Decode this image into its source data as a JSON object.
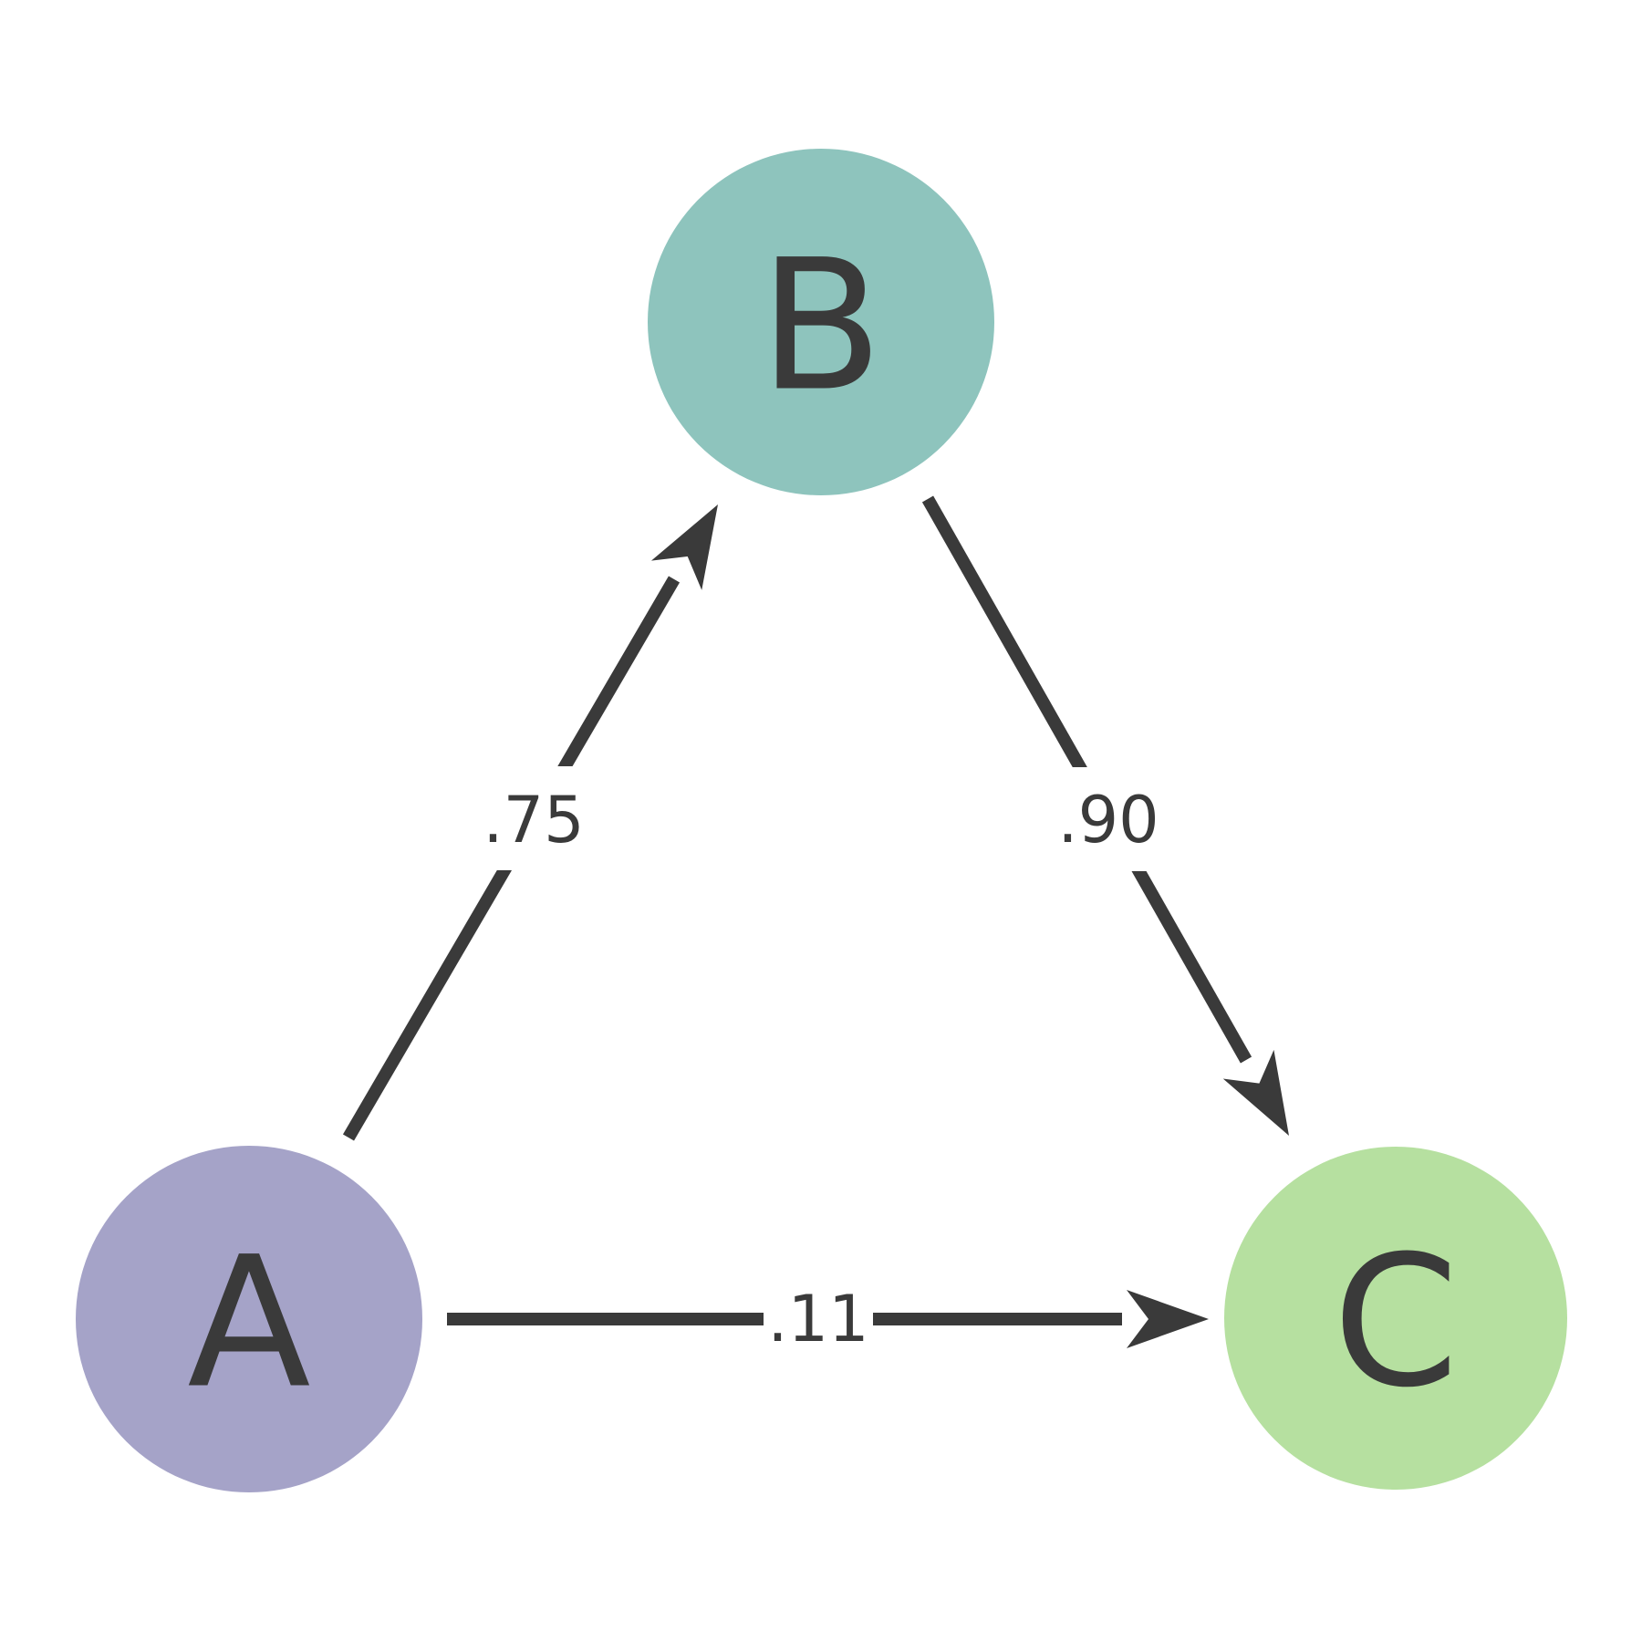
{
  "diagram": {
    "background": "#ffffff",
    "text_color": "#3a3a3a",
    "edge_color": "#3a3a3a",
    "nodes": [
      {
        "id": "A",
        "label": "A",
        "color": "#a5a3c8"
      },
      {
        "id": "B",
        "label": "B",
        "color": "#8ec4bd"
      },
      {
        "id": "C",
        "label": "C",
        "color": "#b6e0a0"
      }
    ],
    "edges": [
      {
        "from": "A",
        "to": "B",
        "weight": ".75"
      },
      {
        "from": "B",
        "to": "C",
        "weight": ".90"
      },
      {
        "from": "A",
        "to": "C",
        "weight": ".11"
      }
    ]
  }
}
